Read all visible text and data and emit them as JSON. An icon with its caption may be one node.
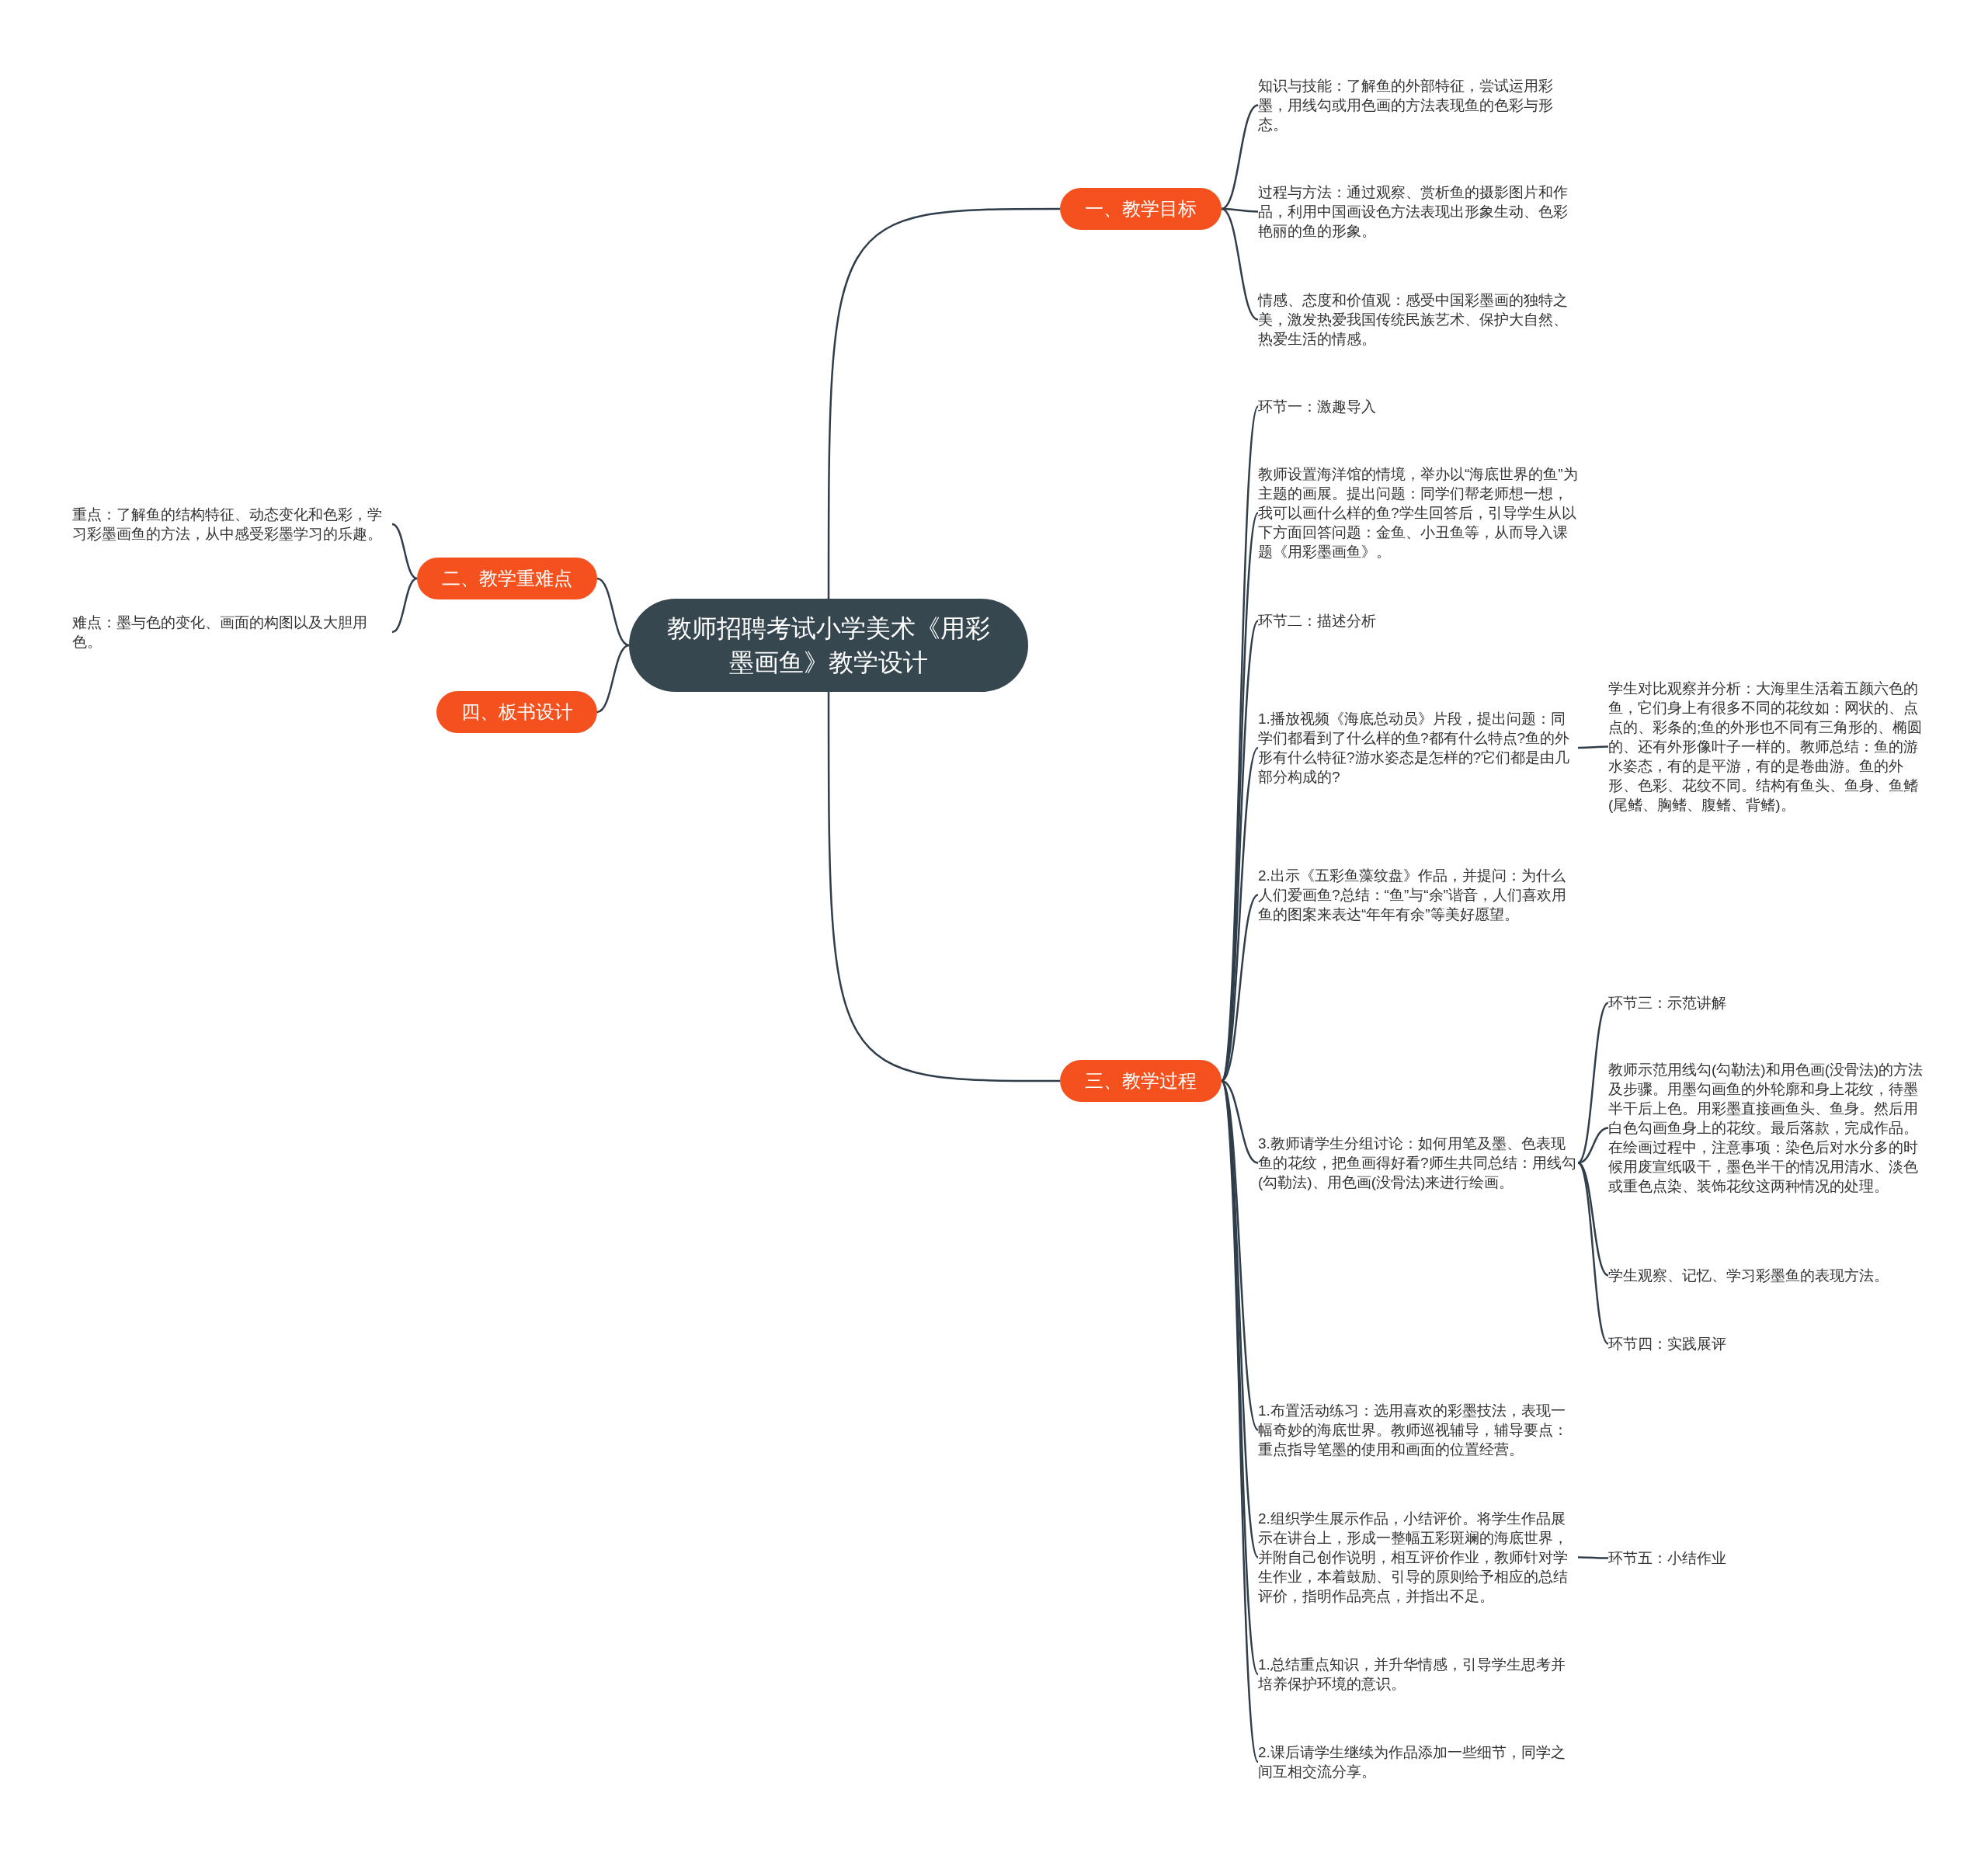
{
  "diagram": {
    "nodes": [
      {
        "text": [
          "教师招聘考试小学美术《用彩墨画鱼》教学设计"
        ]
      },
      {
        "text": [
          "一、教学目标"
        ]
      },
      {
        "text": [
          "知识与技能：了解鱼的外部特征，尝试运用彩墨，用线勾或用色画的方法表现鱼的色彩与形态。"
        ]
      },
      {
        "text": [
          "过程与方法：通过观察、赏析鱼的摄影图片和作品，利用中国画设色方法表现出形象生动、色彩艳丽的鱼的形象。"
        ]
      },
      {
        "text": [
          "情感、态度和价值观：感受中国彩墨画的独特之美，激发热爱我国传统民族艺术、保护大自然、热爱生活的情感。"
        ]
      },
      {
        "text": [
          "二、教学重难点"
        ]
      },
      {
        "text": [
          "重点：了解鱼的结构特征、动态变化和色彩，学习彩墨画鱼的方法，从中感受彩墨学习的乐趣。"
        ]
      },
      {
        "text": [
          "难点：墨与色的变化、画面的构图以及大胆用色。"
        ]
      },
      {
        "text": [
          "四、板书设计"
        ]
      },
      {
        "text": [
          "三、教学过程"
        ]
      },
      {
        "text": [
          "环节一：激趣导入"
        ]
      },
      {
        "text": [
          "教师设置海洋馆的情境，举办以“海底世界的鱼”为主题的画展。提出问题：同学们帮老师想一想，我可以画什么样的鱼?学生回答后，引导学生从以下方面回答问题：金鱼、小丑鱼等，从而导入课题《用彩墨画鱼》。"
        ]
      },
      {
        "text": [
          "环节二：描述分析"
        ]
      },
      {
        "text": [
          "1.播放视频《海底总动员》片段，提出问题：同学们都看到了什么样的鱼?都有什么特点?鱼的外形有什么特征?游水姿态是怎样的?它们都是由几部分构成的?"
        ]
      },
      {
        "text": [
          "学生对比观察并分析：大海里生活着五颜六色的鱼，它们身上有很多不同的花纹如：网状的、点点的、彩条的;鱼的外形也不同有三角形的、椭圆的、还有外形像叶子一样的。教师总结：鱼的游水姿态，有的是平游，有的是卷曲游。鱼的外形、色彩、花纹不同。结构有鱼头、鱼身、鱼鳍(尾鳍、胸鳍、腹鳍、背鳍)。"
        ]
      },
      {
        "text": [
          "2.出示《五彩鱼藻纹盘》作品，并提问：为什么人们爱画鱼?总结：“鱼”与“余”谐音，人们喜欢用鱼的图案来表达“年年有余”等美好愿望。"
        ]
      },
      {
        "text": [
          "3.教师请学生分组讨论：如何用笔及墨、色表现鱼的花纹，把鱼画得好看?师生共同总结：用线勾(勾勒法)、用色画(没骨法)来进行绘画。"
        ]
      },
      {
        "text": [
          "环节三：示范讲解"
        ]
      },
      {
        "text": [
          "教师示范用线勾(勾勒法)和用色画(没骨法)的方法及步骤。用墨勾画鱼的外轮廓和身上花纹，待墨半干后上色。用彩墨直接画鱼头、鱼身。然后用白色勾画鱼身上的花纹。最后落款，完成作品。在绘画过程中，注意事项：染色后对水分多的时候用废宣纸吸干，墨色半干的情况用清水、淡色或重色点染、装饰花纹这两种情况的处理。"
        ]
      },
      {
        "text": [
          "学生观察、记忆、学习彩墨鱼的表现方法。"
        ]
      },
      {
        "text": [
          "环节四：实践展评"
        ]
      },
      {
        "text": [
          "1.布置活动练习：选用喜欢的彩墨技法，表现一幅奇妙的海底世界。教师巡视辅导，辅导要点：重点指导笔墨的使用和画面的位置经营。"
        ]
      },
      {
        "text": [
          "2.组织学生展示作品，小结评价。将学生作品展示在讲台上，形成一整幅五彩斑斓的海底世界，并附自己创作说明，相互评价作业，教师针对学生作业，本着鼓励、引导的原则给予相应的总结评价，指明作品亮点，并指出不足。"
        ]
      },
      {
        "text": [
          "环节五：小结作业"
        ]
      },
      {
        "text": [
          "1.总结重点知识，并升华情感，引导学生思考并培养保护环境的意识。"
        ]
      },
      {
        "text": [
          "2.课后请学生继续为作品添加一些细节，同学之间互相交流分享。"
        ]
      }
    ],
    "edges": [
      {
        "from": 0,
        "to": 1,
        "arrow": "none"
      },
      {
        "from": 1,
        "to": 2,
        "arrow": "none"
      },
      {
        "from": 1,
        "to": 3,
        "arrow": "none"
      },
      {
        "from": 1,
        "to": 4,
        "arrow": "none"
      },
      {
        "from": 0,
        "to": 5,
        "arrow": "none"
      },
      {
        "from": 5,
        "to": 6,
        "arrow": "none"
      },
      {
        "from": 5,
        "to": 7,
        "arrow": "none"
      },
      {
        "from": 0,
        "to": 8,
        "arrow": "none"
      },
      {
        "from": 0,
        "to": 9,
        "arrow": "none"
      },
      {
        "from": 9,
        "to": 10,
        "arrow": "none"
      },
      {
        "from": 9,
        "to": 11,
        "arrow": "none"
      },
      {
        "from": 9,
        "to": 12,
        "arrow": "none"
      },
      {
        "from": 9,
        "to": 13,
        "arrow": "none"
      },
      {
        "from": 13,
        "to": 14,
        "arrow": "none"
      },
      {
        "from": 9,
        "to": 15,
        "arrow": "none"
      },
      {
        "from": 9,
        "to": 16,
        "arrow": "none"
      },
      {
        "from": 16,
        "to": 17,
        "arrow": "none"
      },
      {
        "from": 16,
        "to": 18,
        "arrow": "none"
      },
      {
        "from": 16,
        "to": 19,
        "arrow": "none"
      },
      {
        "from": 16,
        "to": 20,
        "arrow": "none"
      },
      {
        "from": 9,
        "to": 21,
        "arrow": "none"
      },
      {
        "from": 9,
        "to": 22,
        "arrow": "none"
      },
      {
        "from": 22,
        "to": 23,
        "arrow": "none"
      },
      {
        "from": 9,
        "to": 24,
        "arrow": "none"
      },
      {
        "from": 9,
        "to": 25,
        "arrow": "none"
      }
    ]
  }
}
